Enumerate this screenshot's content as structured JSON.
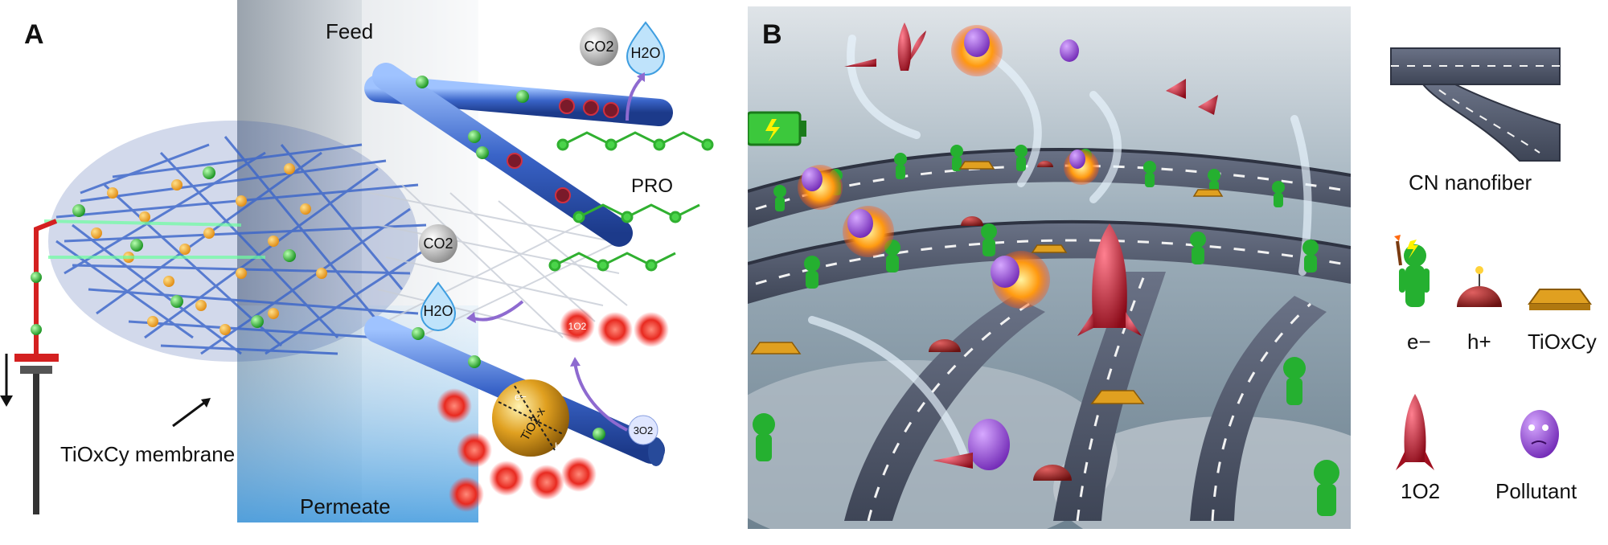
{
  "panel_a": {
    "letter": "A",
    "feed_label": "Feed",
    "permeate_label": "Permeate",
    "pro_label": "PRO",
    "membrane_label": "TiOxCy membrane",
    "co2_top": "CO2",
    "h2o_top": "H2O",
    "co2_mid": "CO2",
    "h2o_mid": "H2O",
    "ro2_label": "1O2",
    "triplet_o2": "3O2",
    "particle_label": "TiO2-x",
    "electron_label": "e−",
    "hole_label": "h+"
  },
  "panel_b": {
    "letter": "B"
  },
  "legend": {
    "cn_nanofiber": "CN nanofiber",
    "electron": "e−",
    "hole": "h+",
    "tioxcy": "TiOxCy",
    "singlet_oxygen": "1O2",
    "pollutant": "Pollutant"
  },
  "colors": {
    "fiber_blue": "#3a64c8",
    "electron_green": "#22b02a",
    "hole_red": "#b52a2a",
    "singlet_oxygen_red": "#c01830",
    "pollutant_purple": "#8a3fd0",
    "tioxcy_gold": "#e0a020",
    "road_gray": "#5a6275",
    "water_blue": "#6cb4e8"
  }
}
